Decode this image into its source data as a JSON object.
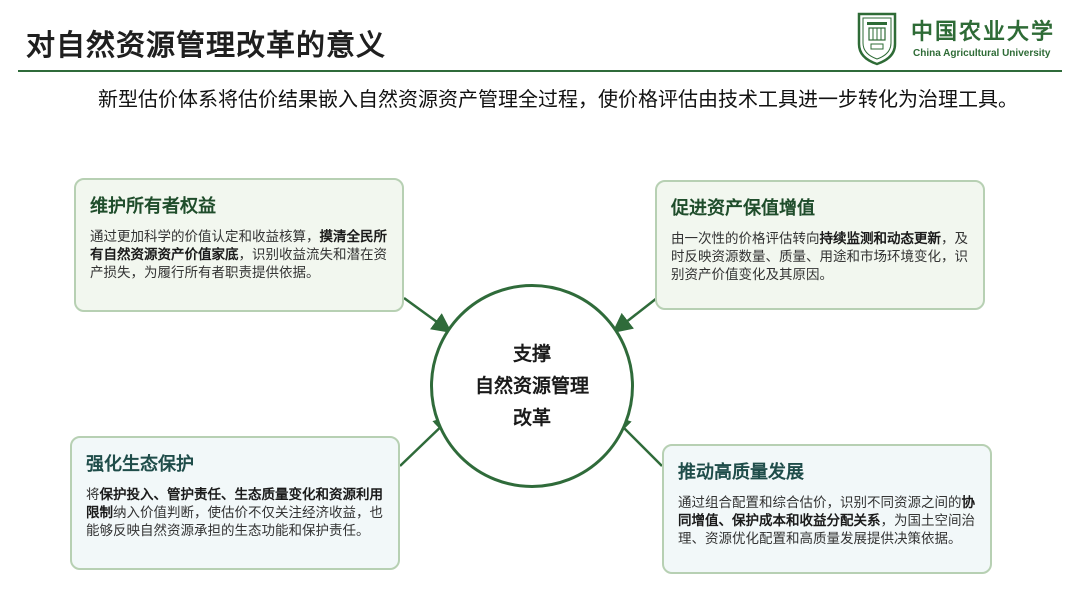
{
  "title": "对自然资源管理改革的意义",
  "logo": {
    "name_cn": "中国农业大学",
    "name_en": "China Agricultural University"
  },
  "intro": "新型估价体系将估价结果嵌入自然资源资产管理全过程，使价格评估由技术工具进一步转化为治理工具。",
  "center": {
    "line1": "支撑",
    "line2": "自然资源管理",
    "line3": "改革"
  },
  "cards": {
    "top_left": {
      "title": "维护所有者权益",
      "t1": "通过更加科学的价值认定和收益核算，",
      "b1": "摸清全民所有自然资源资产价值家底",
      "t2": "，识别收益流失和潜在资产损失，为履行所有者职责提供依据。"
    },
    "top_right": {
      "title": "促进资产保值增值",
      "t1": "由一次性的价格评估转向",
      "b1": "持续监测和动态更新",
      "t2": "，及时反映资源数量、质量、用途和市场环境变化，识别资产价值变化及其原因。"
    },
    "bottom_left": {
      "title": "强化生态保护",
      "t1": "将",
      "b1": "保护投入、管护责任、生态质量变化和资源利用限制",
      "t2": "纳入价值判断，使估价不仅关注经济收益，也能够反映自然资源承担的生态功能和保护责任。"
    },
    "bottom_right": {
      "title": "推动高质量发展",
      "t1": "通过组合配置和综合估价，识别不同资源之间的",
      "b1": "协同增值、保护成本和收益分配关系",
      "t2": "，为国土空间治理、资源优化配置和高质量发展提供决策依据。"
    }
  },
  "colors": {
    "accent": "#2f6b3a",
    "card_border": "#b7d0b3",
    "card_bg_green": "#f2f7ef",
    "card_bg_blue": "#f2f8f9"
  }
}
